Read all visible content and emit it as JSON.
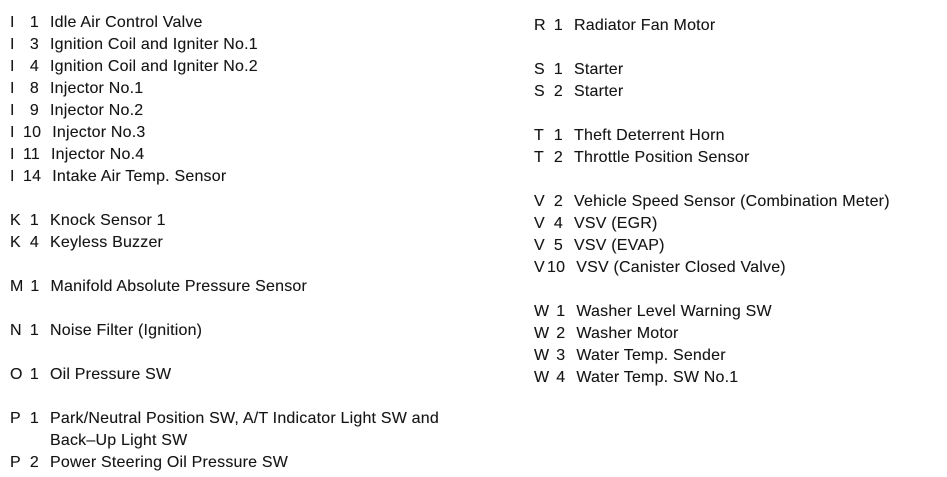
{
  "page": {
    "background": "#ffffff",
    "text_color": "#151515"
  },
  "component_index": {
    "columns": [
      {
        "side": "left",
        "groups": [
          {
            "letter": "I",
            "entries": [
              {
                "letter": "I",
                "number": "1",
                "description": "Idle Air Control Valve"
              },
              {
                "letter": "I",
                "number": "3",
                "description": "Ignition Coil and Igniter No.1"
              },
              {
                "letter": "I",
                "number": "4",
                "description": "Ignition Coil and Igniter No.2"
              },
              {
                "letter": "I",
                "number": "8",
                "description": "Injector No.1"
              },
              {
                "letter": "I",
                "number": "9",
                "description": "Injector No.2"
              },
              {
                "letter": "I",
                "number": "10",
                "description": "Injector No.3"
              },
              {
                "letter": "I",
                "number": "11",
                "description": "Injector No.4"
              },
              {
                "letter": "I",
                "number": "14",
                "description": "Intake Air Temp. Sensor"
              }
            ]
          },
          {
            "letter": "K",
            "entries": [
              {
                "letter": "K",
                "number": "1",
                "description": "Knock Sensor 1"
              },
              {
                "letter": "K",
                "number": "4",
                "description": "Keyless Buzzer"
              }
            ]
          },
          {
            "letter": "M",
            "entries": [
              {
                "letter": "M",
                "number": "1",
                "description": "Manifold Absolute Pressure Sensor"
              }
            ]
          },
          {
            "letter": "N",
            "entries": [
              {
                "letter": "N",
                "number": "1",
                "description": "Noise Filter (Ignition)"
              }
            ]
          },
          {
            "letter": "O",
            "entries": [
              {
                "letter": "O",
                "number": "1",
                "description": "Oil Pressure SW"
              }
            ]
          },
          {
            "letter": "P",
            "entries": [
              {
                "letter": "P",
                "number": "1",
                "description": "Park/Neutral Position SW, A/T Indicator Light SW and\nBack–Up Light SW"
              },
              {
                "letter": "P",
                "number": "2",
                "description": "Power Steering Oil Pressure SW"
              }
            ]
          }
        ]
      },
      {
        "side": "right",
        "groups": [
          {
            "letter": "R",
            "entries": [
              {
                "letter": "R",
                "number": "1",
                "description": "Radiator Fan Motor"
              }
            ]
          },
          {
            "letter": "S",
            "entries": [
              {
                "letter": "S",
                "number": "1",
                "description": "Starter"
              },
              {
                "letter": "S",
                "number": "2",
                "description": "Starter"
              }
            ]
          },
          {
            "letter": "T",
            "entries": [
              {
                "letter": "T",
                "number": "1",
                "description": "Theft Deterrent Horn"
              },
              {
                "letter": "T",
                "number": "2",
                "description": "Throttle Position Sensor"
              }
            ]
          },
          {
            "letter": "V",
            "entries": [
              {
                "letter": "V",
                "number": "2",
                "description": "Vehicle Speed Sensor (Combination Meter)"
              },
              {
                "letter": "V",
                "number": "4",
                "description": "VSV (EGR)"
              },
              {
                "letter": "V",
                "number": "5",
                "description": "VSV (EVAP)"
              },
              {
                "letter": "V",
                "number": "10",
                "description": "VSV (Canister Closed Valve)"
              }
            ]
          },
          {
            "letter": "W",
            "entries": [
              {
                "letter": "W",
                "number": "1",
                "description": "Washer Level Warning SW"
              },
              {
                "letter": "W",
                "number": "2",
                "description": "Washer Motor"
              },
              {
                "letter": "W",
                "number": "3",
                "description": "Water Temp. Sender"
              },
              {
                "letter": "W",
                "number": "4",
                "description": "Water Temp. SW No.1"
              }
            ]
          }
        ]
      }
    ]
  }
}
